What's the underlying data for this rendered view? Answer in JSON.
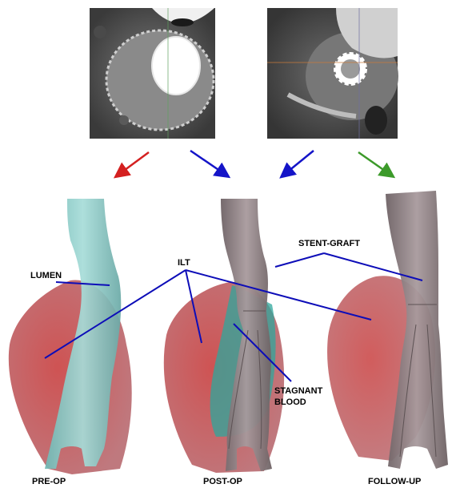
{
  "colors": {
    "lumen": "#7fc8c4",
    "thrombus": "#c84848",
    "graft": "#8c7d80",
    "stagnant_blood": "#2ea79c",
    "pointer_line": "#0d0db8",
    "arrow_red": "#d42020",
    "arrow_blue": "#1414c8",
    "arrow_green": "#3c9a2a"
  },
  "icons": {
    "ct_scan_left": "ct-slice-preop",
    "ct_scan_right": "ct-slice-postop"
  },
  "annotations": {
    "lumen": "LUMEN",
    "ilt": "ILT",
    "stent_graft": "STENT-GRAFT",
    "stagnant_blood_line1": "STAGNANT",
    "stagnant_blood_line2": "BLOOD"
  },
  "stages": {
    "pre_op": "PRE-OP",
    "post_op": "POST-OP",
    "follow_up": "FOLLOW-UP"
  }
}
